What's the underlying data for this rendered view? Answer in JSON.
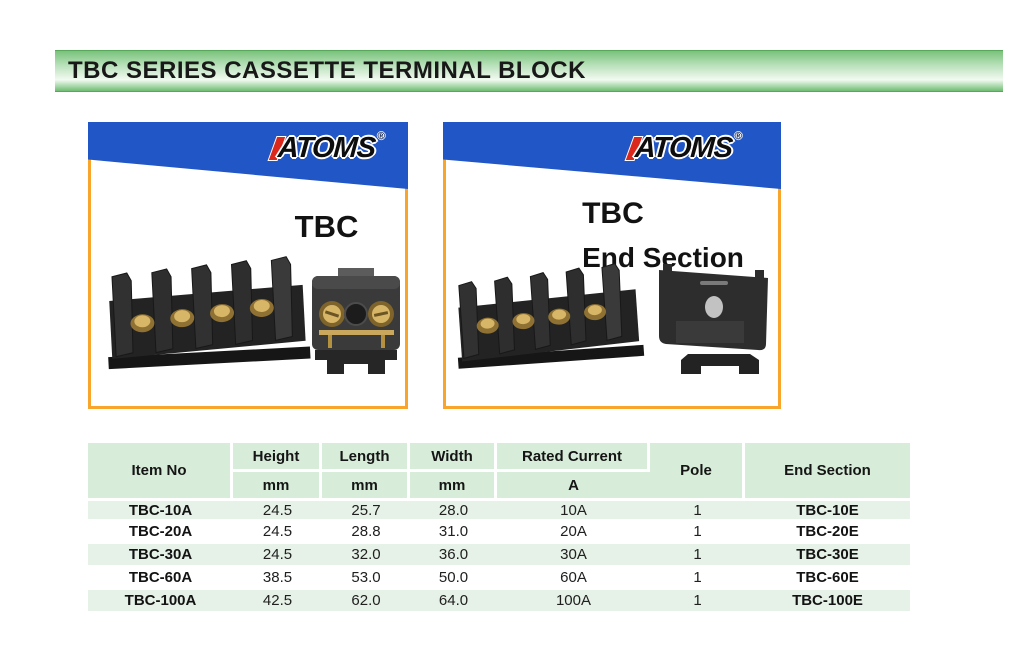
{
  "title": "TBC SERIES CASSETTE TERMINAL BLOCK",
  "brand": {
    "name": "ATOMS",
    "mark": "®"
  },
  "cards": [
    {
      "label": "TBC",
      "image": "tbc-terminal-block-photo"
    },
    {
      "label_line1": "TBC",
      "label_line2": "End Section",
      "image": "tbc-end-section-photo"
    }
  ],
  "table": {
    "columns": [
      {
        "label": "Item No",
        "unit": ""
      },
      {
        "label": "Height",
        "unit": "mm"
      },
      {
        "label": "Length",
        "unit": "mm"
      },
      {
        "label": "Width",
        "unit": "mm"
      },
      {
        "label": "Rated Current",
        "unit": "A"
      },
      {
        "label": "Pole",
        "unit": ""
      },
      {
        "label": "End Section",
        "unit": ""
      }
    ],
    "rows": [
      {
        "item": "TBC-10A",
        "height": "24.5",
        "length": "25.7",
        "width": "28.0",
        "current": "10A",
        "pole": "1",
        "end": "TBC-10E"
      },
      {
        "item": "TBC-20A",
        "height": "24.5",
        "length": "28.8",
        "width": "31.0",
        "current": "20A",
        "pole": "1",
        "end": "TBC-20E"
      },
      {
        "item": "TBC-30A",
        "height": "24.5",
        "length": "32.0",
        "width": "36.0",
        "current": "30A",
        "pole": "1",
        "end": "TBC-30E"
      },
      {
        "item": "TBC-60A",
        "height": "38.5",
        "length": "53.0",
        "width": "50.0",
        "current": "60A",
        "pole": "1",
        "end": "TBC-60E"
      },
      {
        "item": "TBC-100A",
        "height": "42.5",
        "length": "62.0",
        "width": "64.0",
        "current": "100A",
        "pole": "1",
        "end": "TBC-100E"
      }
    ]
  },
  "colors": {
    "banner_blue": "#2156c7",
    "card_border_orange": "#f9a42a",
    "logo_red": "#da291c",
    "title_bar_green": "#79c37c",
    "table_header_green": "#d8edd9",
    "table_row_green": "#e6f1e7"
  }
}
